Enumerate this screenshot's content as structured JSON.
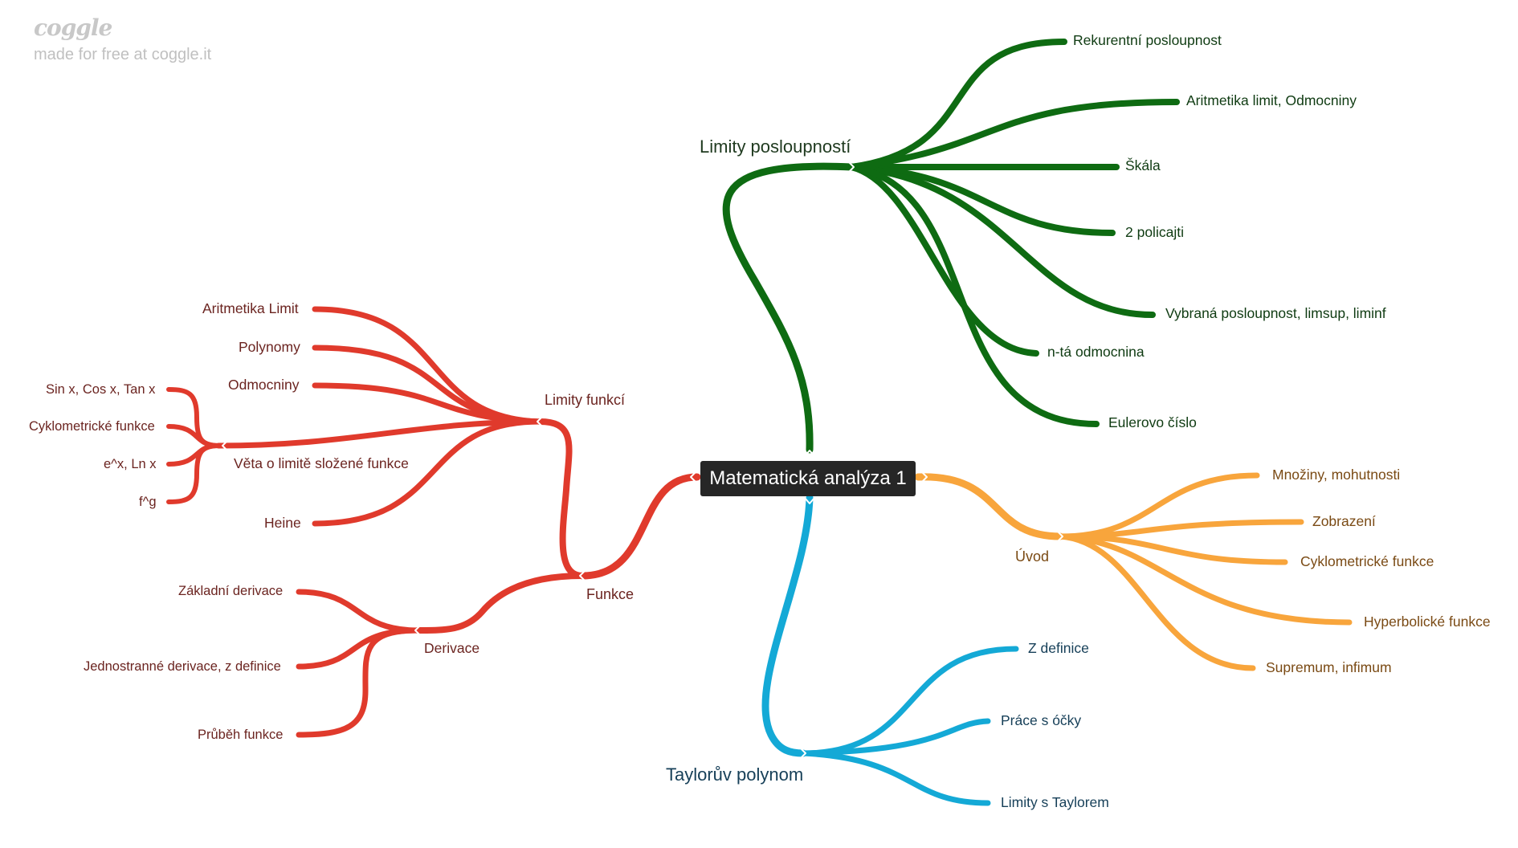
{
  "brand": {
    "logo": "coggle",
    "tagline": "made for free at coggle.it"
  },
  "colors": {
    "green": "#0e6b12",
    "red": "#e03a2c",
    "orange": "#f8a53c",
    "blue": "#14a9d6",
    "root_bg": "#262626"
  },
  "root": {
    "label": "Matematická analýza 1"
  },
  "limity_posloupnosti": {
    "label": "Limity posloupností",
    "children": [
      "Rekurentní posloupnost",
      "Aritmetika limit, Odmocniny",
      "Škála",
      "2 policajti",
      "Vybraná posloupnost, limsup, liminf",
      "n-tá odmocnina",
      "Eulerovo číslo"
    ]
  },
  "uvod": {
    "label": "Úvod",
    "children": [
      "Množiny, mohutnosti",
      "Zobrazení",
      "Cyklometrické funkce",
      "Hyperbolické funkce",
      "Supremum, infimum"
    ]
  },
  "taylor": {
    "label": "Taylorův polynom",
    "children": [
      "Z definice",
      "Práce s óčky",
      "Limity s Taylorem"
    ]
  },
  "funkce": {
    "label": "Funkce",
    "limity_funkci": {
      "label": "Limity funkcí",
      "children": [
        "Aritmetika Limit",
        "Polynomy",
        "Odmocniny",
        "Heine"
      ],
      "veta": {
        "label": "Věta o limitě složené funkce",
        "children": [
          "Sin x, Cos x, Tan x",
          "Cyklometrické funkce",
          "e^x, Ln x",
          "f^g"
        ]
      }
    },
    "derivace": {
      "label": "Derivace",
      "children": [
        "Základní derivace",
        "Jednostranné derivace, z definice",
        "Průběh funkce"
      ]
    }
  }
}
